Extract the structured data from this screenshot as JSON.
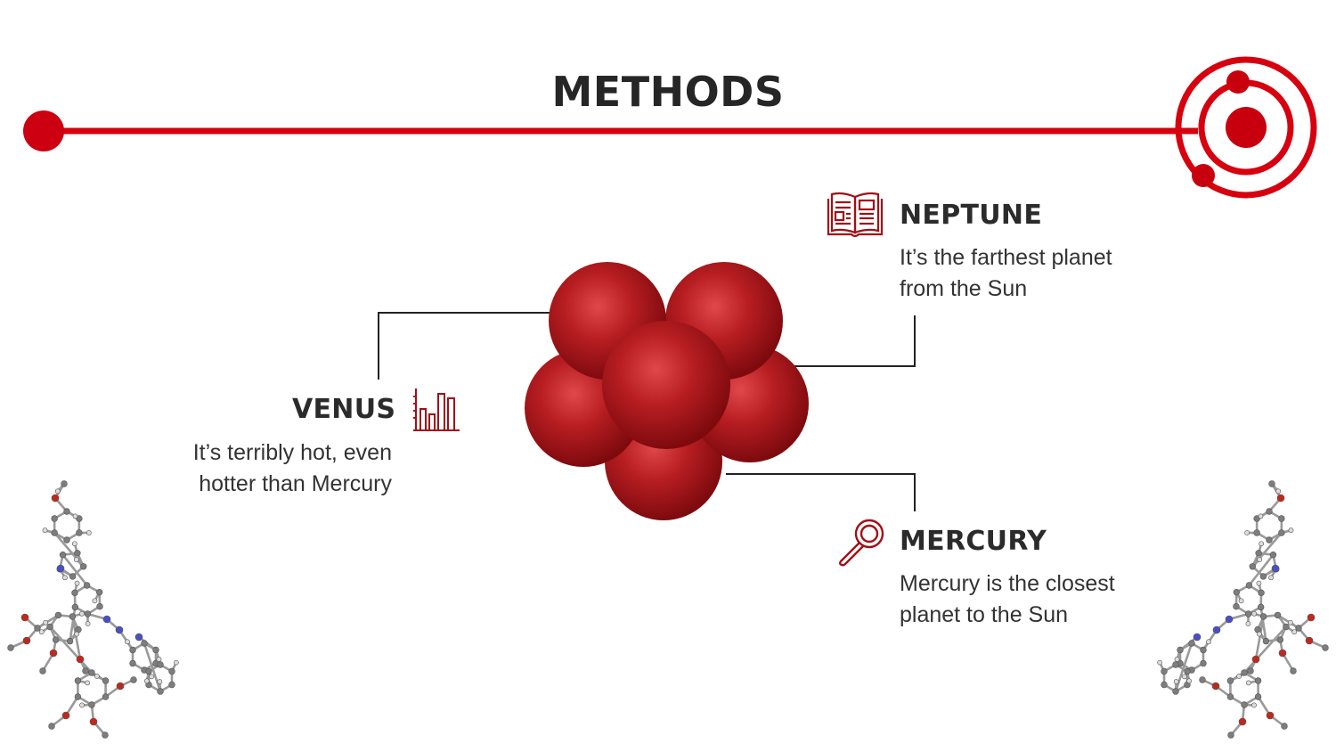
{
  "slide": {
    "title": "METHODS",
    "accent_color": "#d7000f",
    "dark_red": "#a20f16",
    "sections": {
      "venus": {
        "title": "VENUS",
        "lines": [
          "It’s terribly hot, even",
          "hotter than Mercury"
        ],
        "icon": "bar-chart-icon"
      },
      "neptune": {
        "title": "NEPTUNE",
        "lines": [
          "It’s the farthest planet",
          "from the Sun"
        ],
        "icon": "newspaper-icon"
      },
      "mercury": {
        "title": "MERCURY",
        "lines": [
          "Mercury is the closest",
          "planet to the Sun"
        ],
        "icon": "magnifier-icon"
      }
    }
  }
}
